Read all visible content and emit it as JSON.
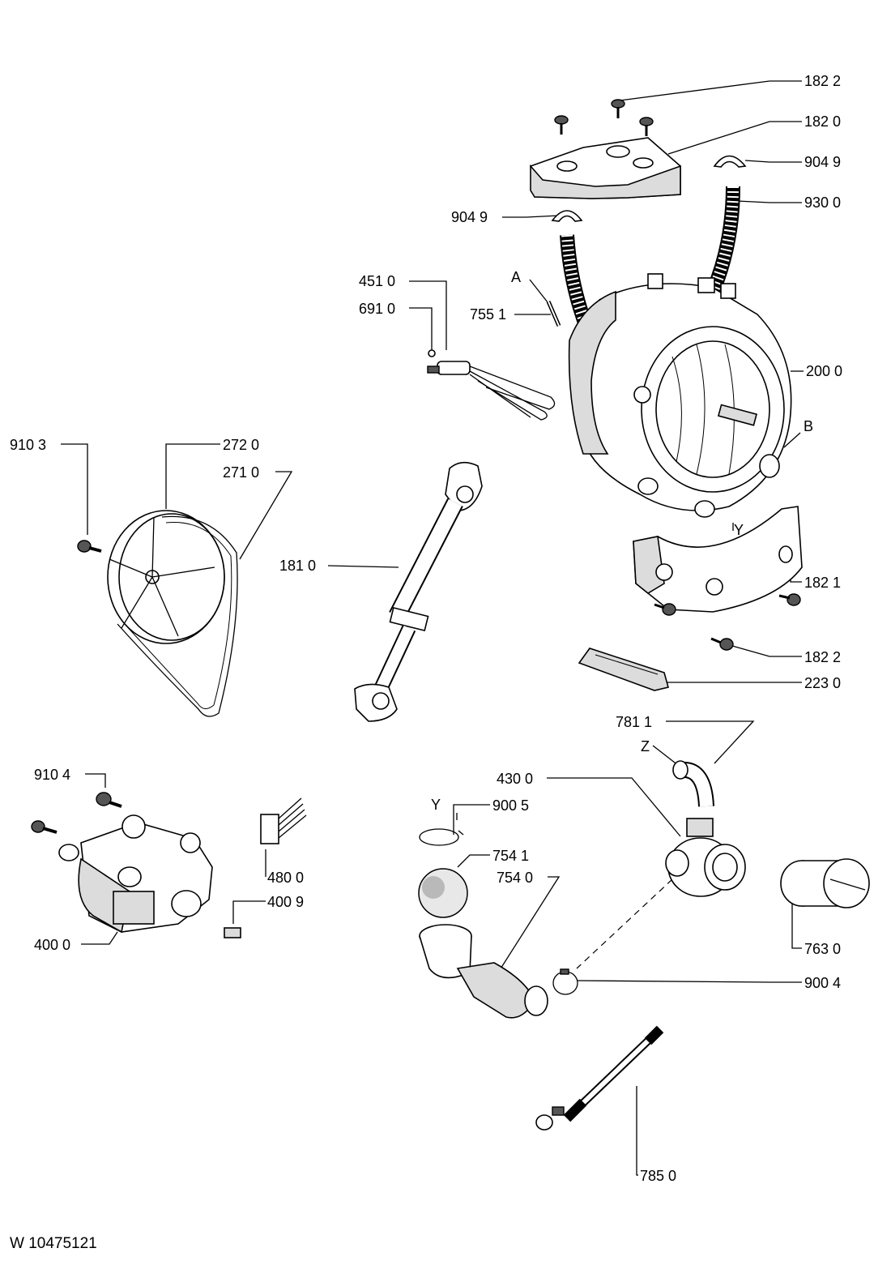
{
  "doc_id": "W 10475121",
  "callouts": {
    "c1822_top": "182 2",
    "c1820": "182 0",
    "c9049_right": "904 9",
    "c9300": "930 0",
    "c9049_left": "904 9",
    "c4510": "451 0",
    "c6910": "691 0",
    "cA": "A",
    "c7551": "755 1",
    "c2000": "200 0",
    "cB": "B",
    "c9103": "910 3",
    "c2720": "272 0",
    "c2710": "271 0",
    "cY_tub": "Y",
    "c1810": "181 0",
    "c1821": "182 1",
    "c1822_bottom": "182 2",
    "c2230": "223 0",
    "c7811": "781 1",
    "cZ": "Z",
    "c4300": "430 0",
    "c9104": "910 4",
    "cY_ring": "Y",
    "c9005": "900 5",
    "c7541": "754 1",
    "c7540": "754 0",
    "c4800": "480 0",
    "c4009": "400 9",
    "c4000": "400 0",
    "c7630": "763 0",
    "c9004": "900 4",
    "c7850": "785 0"
  }
}
